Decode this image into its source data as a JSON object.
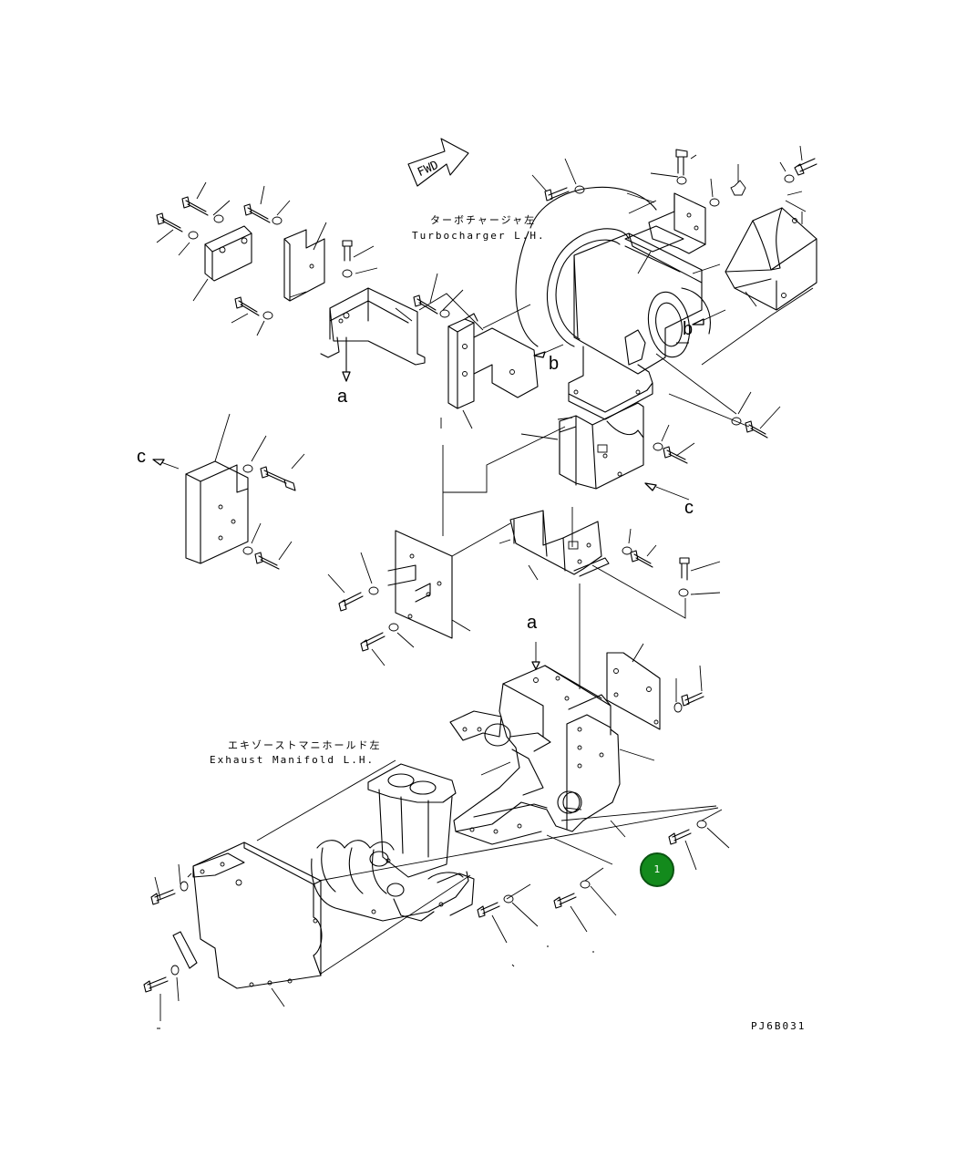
{
  "labels": {
    "turbo_jp": "ターボチャージャ左",
    "turbo_en": "Turbocharger L.H.",
    "exhaust_jp": "エキゾーストマニホールド左",
    "exhaust_en": "Exhaust Manifold L.H.",
    "fwd": "FWD",
    "drawing_code": "PJ6B031"
  },
  "refs": {
    "a_top": "a",
    "a_bottom": "a",
    "b_left": "b",
    "b_right": "b",
    "c_left": "c",
    "c_right": "c"
  },
  "callouts": [
    {
      "number": "1",
      "color": "#138a1c"
    }
  ]
}
